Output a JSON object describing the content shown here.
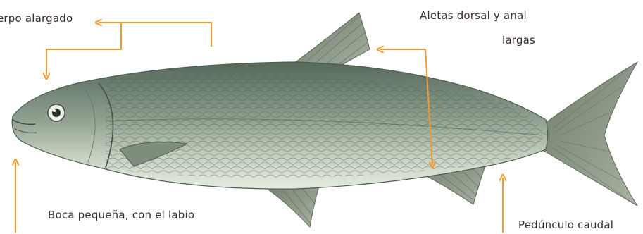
{
  "labels": {
    "body": "erpo alargado",
    "fins_line1": "Aletas dorsal y anal",
    "fins_line2": "largas",
    "mouth": "Boca pequeña, con el labio",
    "peduncle": "Pedúnculo caudal"
  },
  "colors": {
    "arrow": "#f39a2c",
    "body_dark": "#5f7563",
    "body_light": "#d9e2d3",
    "fin": "#8f9b8a",
    "text": "#3a2e2e"
  }
}
